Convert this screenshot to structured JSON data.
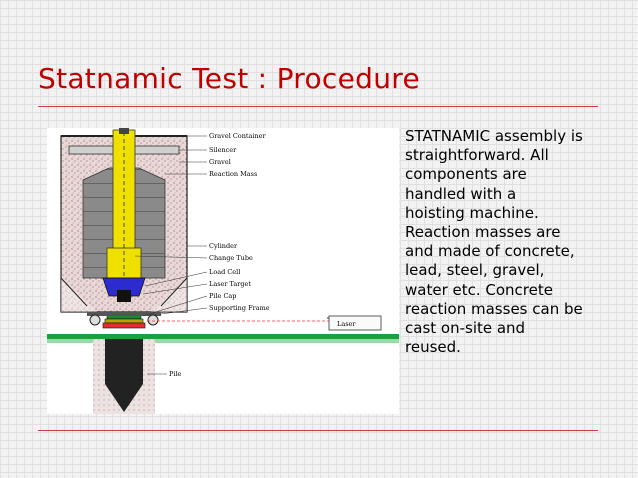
{
  "slide": {
    "title": "Statnamic Test : Procedure",
    "body_lines": [
      " STATNAMIC assembly is",
      "straightforward. All",
      "components are",
      "handled with a",
      "hoisting machine.",
      "Reaction masses are",
      "and made of concrete,",
      "lead, steel, gravel,",
      "water etc. Concrete",
      "reaction masses can be",
      "cast on-site and",
      "reused."
    ]
  },
  "figure": {
    "labels": {
      "gravel_container": "Gravel Container",
      "silencer": "Silencer",
      "gravel": "Gravel",
      "reaction_mass": "Reaction Mass",
      "cylinder": "Cylinder",
      "change_tube": "Change Tube",
      "load_cell": "Load Cell",
      "laser_target": "Laser Target",
      "pile_cap": "Pile Cap",
      "supporting_frame": "Supporting Frame",
      "laser": "Laser",
      "pile": "Pile"
    }
  },
  "colors": {
    "title": "#c00000",
    "rule": "#c94040",
    "ground": "#1f9e3a",
    "piston": "#f0e000",
    "load_cell": "#2b2bd0",
    "pile_cap": "#1a8a2a",
    "laser_beam": "#ff3030"
  }
}
